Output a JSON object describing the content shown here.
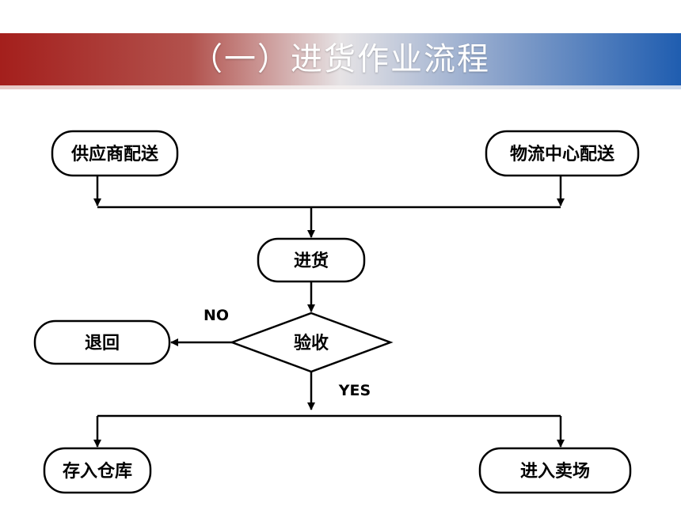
{
  "title": "（一）进货作业流程",
  "colors": {
    "banner_left": "#a41f1c",
    "banner_right": "#1f5db0",
    "line": "#000000"
  },
  "nodes": {
    "supplier": "供应商配送",
    "logistics_center": "物流中心配送",
    "receiving": "进货",
    "inspection": "验收",
    "return": "退回",
    "warehouse": "存入仓库",
    "sales_floor": "进入卖场"
  },
  "branches": {
    "no": "NO",
    "yes": "YES"
  }
}
